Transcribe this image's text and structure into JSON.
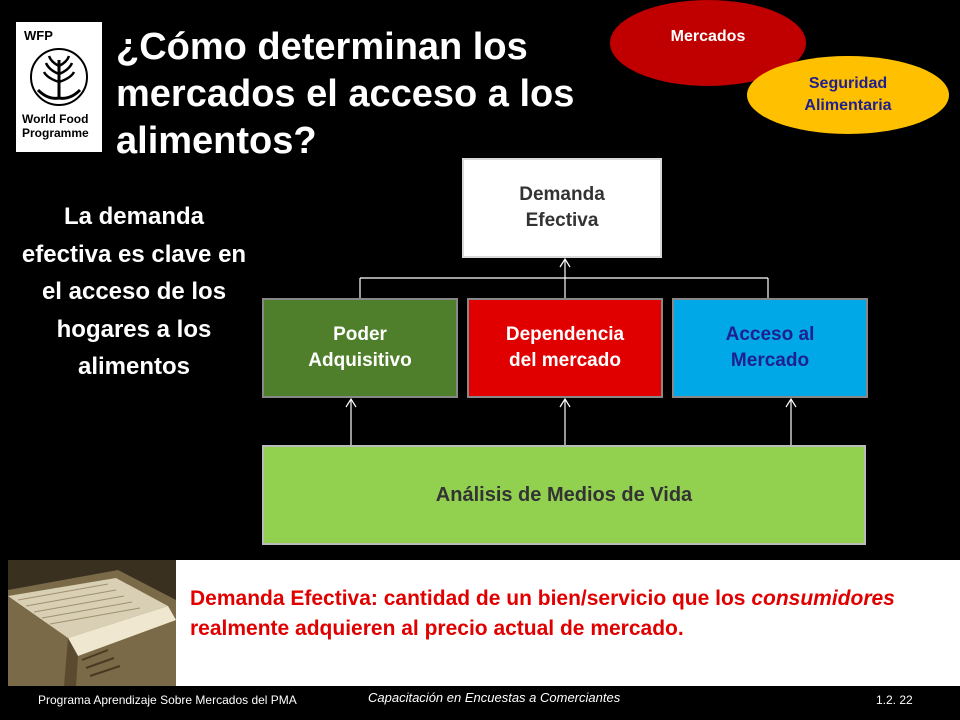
{
  "logo": {
    "acronym": "WFP",
    "org_line1": "World Food",
    "org_line2": "Programme"
  },
  "title": "¿Cómo determinan los mercados el acceso a los alimentos?",
  "ovals": {
    "mercados": "Mercados",
    "seguridad_line1": "Seguridad",
    "seguridad_line2": "Alimentaria"
  },
  "side_text": "La demanda efectiva es clave en el acceso de los hogares a los alimentos",
  "diagram": {
    "demanda_line1": "Demanda",
    "demanda_line2": "Efectiva",
    "poder_line1": "Poder",
    "poder_line2": "Adquisitivo",
    "dependencia_line1": "Dependencia",
    "dependencia_line2": "del mercado",
    "acceso_line1": "Acceso al",
    "acceso_line2": "Mercado",
    "analisis": "Análisis de Medios de Vida"
  },
  "definition": {
    "part1": "Demanda Efectiva:  cantidad de un bien/servicio que los ",
    "italic": "consumidores",
    "part2": " realmente adquieren al precio actual de mercado."
  },
  "footer": {
    "left": "Programa Aprendizaje Sobre Mercados del PMA",
    "middle": "Capacitación en Encuestas a Comerciantes",
    "page": "1.2. 22"
  },
  "colors": {
    "background": "#000000",
    "mercados_oval": "#c00000",
    "seguridad_oval": "#ffc000",
    "poder_box": "#4f7f2a",
    "dependencia_box": "#e00000",
    "acceso_box": "#00a8e8",
    "analisis_box": "#92d050",
    "definition_text": "#e00000"
  },
  "icons": {
    "logo_emblem": "wheat-hands-icon",
    "book": "open-book-icon"
  }
}
